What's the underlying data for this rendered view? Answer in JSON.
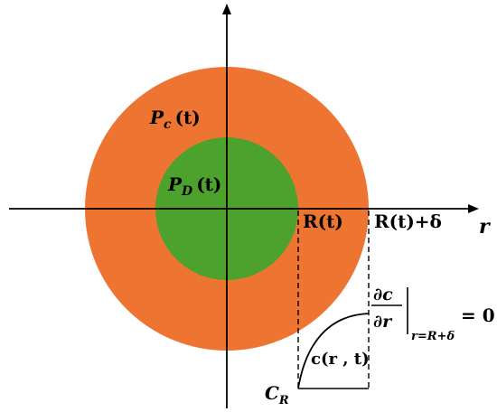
{
  "colors": {
    "outer_region": "#ED7531",
    "inner_region": "#4DA12D",
    "lines": "#000000",
    "background": "#FFFFFF"
  },
  "labels": {
    "pc": {
      "main": "P",
      "sub": "c",
      "arg": "(t)"
    },
    "pd": {
      "main": "P",
      "sub": "D",
      "arg": "(t)"
    },
    "r_axis": "r",
    "R_t": "R(t)",
    "R_t_delta": "R(t)+δ",
    "c_rt": "c(r , t)",
    "CR": {
      "main": "C",
      "sub": "R"
    },
    "bc": {
      "num": "∂c",
      "den": "∂r",
      "sub": "r=R+δ",
      "rhs": "= 0"
    }
  }
}
